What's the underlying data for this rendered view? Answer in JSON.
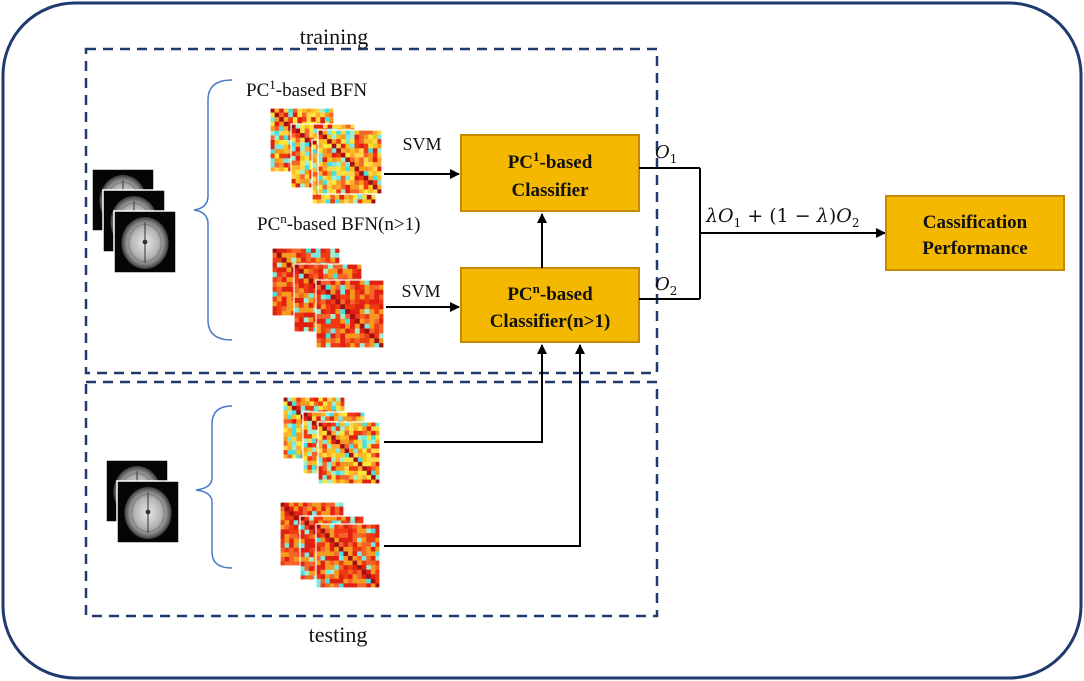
{
  "sections": {
    "training": "training",
    "testing": "testing"
  },
  "network_labels": {
    "pc1_bfn": {
      "base": "PC",
      "sup": "1",
      "rest": "-based BFN"
    },
    "pcn_bfn": {
      "base": "PC",
      "sup": "n",
      "rest": "-based BFN(n>1)"
    }
  },
  "edges": {
    "svm_top": "SVM",
    "svm_bottom": "SVM"
  },
  "classifiers": {
    "pc1": {
      "line1_base": "PC",
      "line1_sup": "1",
      "line1_rest": "-based",
      "line2": "Classifier"
    },
    "pcn": {
      "line1_base": "PC",
      "line1_sup": "n",
      "line1_rest": "-based",
      "line2": "Classifier(n>1)"
    }
  },
  "outputs": {
    "o1": {
      "var": "O",
      "sub": "1"
    },
    "o2": {
      "var": "O",
      "sub": "2"
    }
  },
  "fusion_formula": {
    "lam": "λ",
    "o1_var": "O",
    "o1_sub": "1",
    "middle": " + (1 − ",
    "lam2": "λ",
    "close": ")",
    "o2_var": "O",
    "o2_sub": "2"
  },
  "result_box": {
    "line1": "Cassification",
    "line2": "Performance"
  },
  "colors": {
    "outer_border": "#1f3a6e",
    "dashed_border": "#1f3a6e",
    "box_fill": "#f5b800",
    "box_border": "#c48a00",
    "brace": "#4a7ac8",
    "arrow": "#000000"
  },
  "icons": {
    "brain_scan": "brain-mri-slice-icon",
    "matrix_pc1": "correlation-matrix-pc1-icon",
    "matrix_pcn": "correlation-matrix-pcn-icon"
  }
}
